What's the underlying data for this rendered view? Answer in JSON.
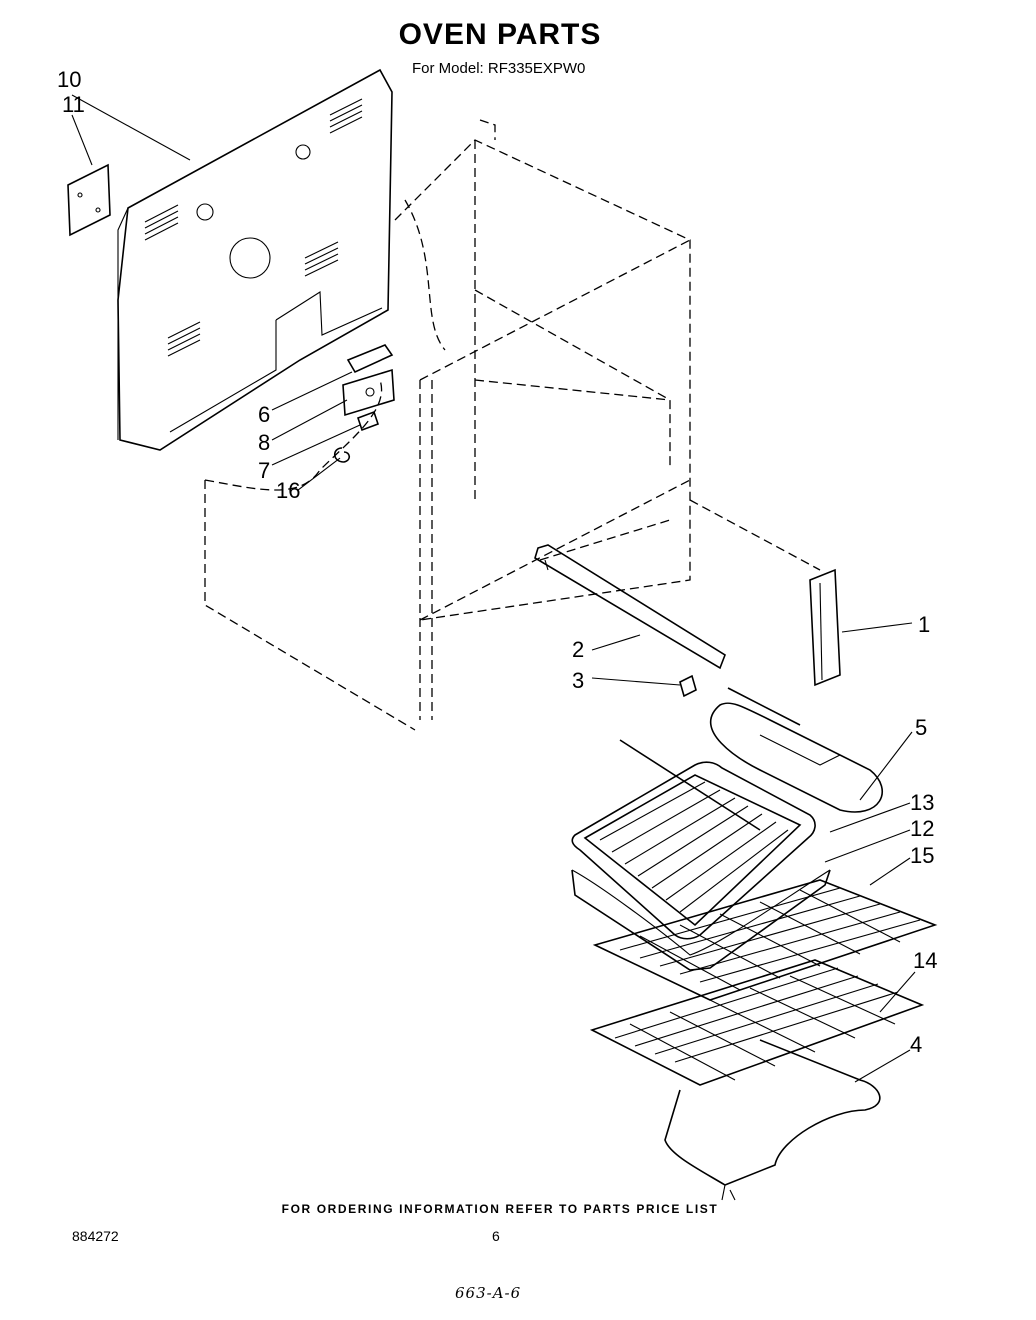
{
  "header": {
    "title": "OVEN PARTS",
    "model": "For Model: RF335EXPW0"
  },
  "callouts": {
    "c10": "10",
    "c11": "11",
    "c6": "6",
    "c8": "8",
    "c7": "7",
    "c16": "16",
    "c1": "1",
    "c2": "2",
    "c3": "3",
    "c5": "5",
    "c13": "13",
    "c12": "12",
    "c15": "15",
    "c14": "14",
    "c4": "4"
  },
  "footer": {
    "ordering": "FOR ORDERING INFORMATION REFER TO PARTS PRICE LIST",
    "doc_number": "884272",
    "page_number": "6",
    "handwritten": "663-A-6"
  }
}
